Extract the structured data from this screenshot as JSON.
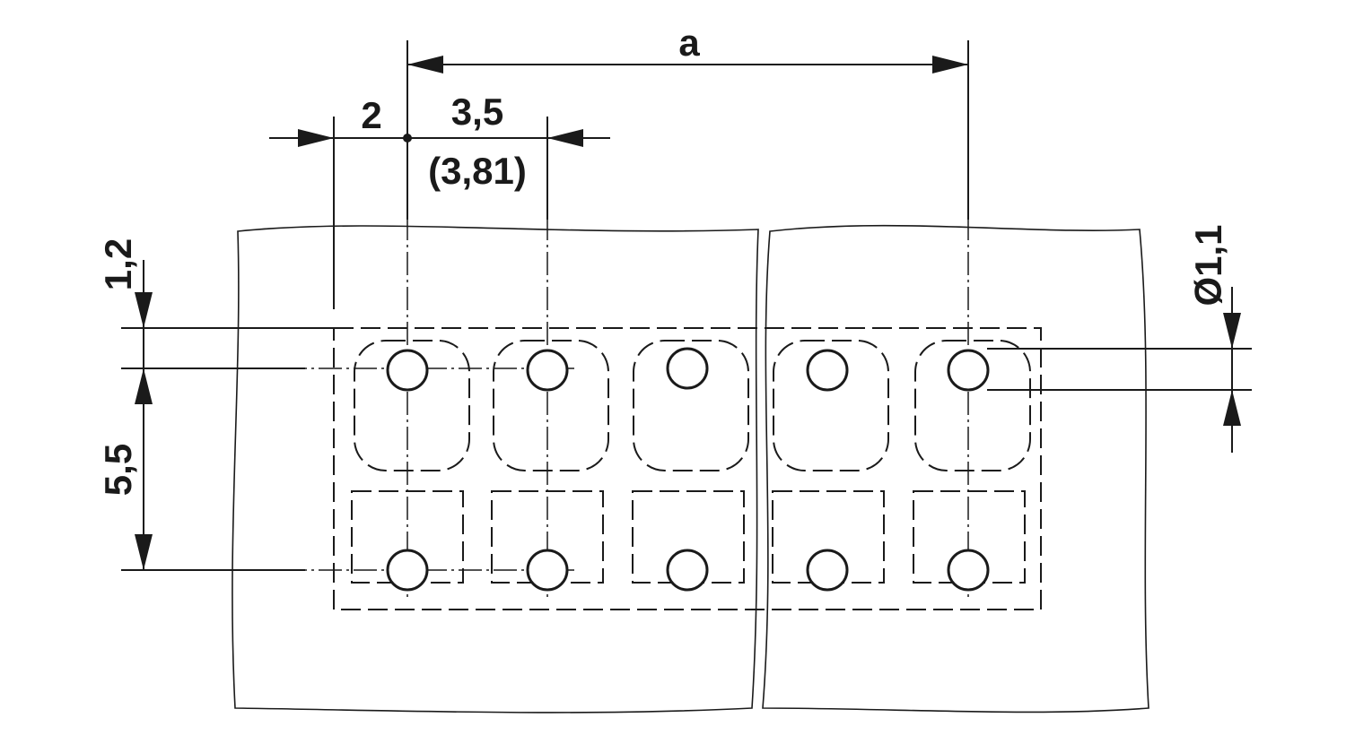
{
  "labels": {
    "total_width": "a",
    "edge_offset": "2",
    "pitch": "3,5",
    "pitch_alt": "(3,81)",
    "top_offset": "1,2",
    "row_spacing": "5,5",
    "hole_diameter": "Ø1,1"
  },
  "colors": {
    "line": "#1a1a1a",
    "background": "#ffffff"
  }
}
